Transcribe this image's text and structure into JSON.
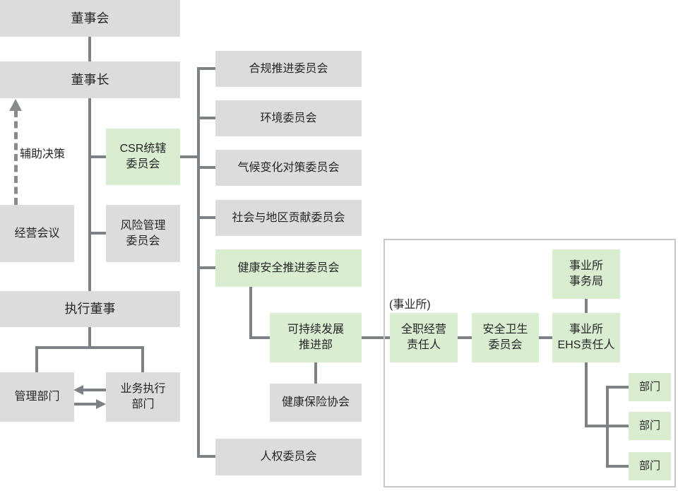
{
  "diagram": {
    "type": "org-chart",
    "colors": {
      "gray_box": "#dcdddb",
      "green_box": "#d9edd1",
      "connector": "#7b8184",
      "dashed_arrow": "#878b8d",
      "frame_border": "#c5c7c6",
      "text": "#262626"
    },
    "captions": {
      "assist_decision": "辅助决策",
      "site_group": "(事业所)"
    },
    "nodes": {
      "board": {
        "label": "董事会"
      },
      "chairman": {
        "label": "董事长"
      },
      "management_meeting": {
        "label": "经营会议"
      },
      "csr_committee": {
        "label": "CSR统辖\n委员会"
      },
      "risk_committee": {
        "label": "风险管理\n委员会"
      },
      "exec_director": {
        "label": "执行董事"
      },
      "mgmt_dept": {
        "label": "管理部门"
      },
      "biz_exec_dept": {
        "label": "业务执行\n部门"
      },
      "compliance_committee": {
        "label": "合规推进委员会"
      },
      "environment_committee": {
        "label": "环境委员会"
      },
      "climate_committee": {
        "label": "气候变化对策委员会"
      },
      "social_committee": {
        "label": "社会与地区贡献委员会"
      },
      "health_safety_committee": {
        "label": "健康安全推进委员会"
      },
      "human_rights_committee": {
        "label": "人权委员会"
      },
      "sustain_dept": {
        "label": "可持续发展\n推进部"
      },
      "health_insurance": {
        "label": "健康保险协会"
      },
      "full_time_manager": {
        "label": "全职经营\n责任人"
      },
      "safety_hygiene_committee": {
        "label": "安全卫生\n委员会"
      },
      "site_office": {
        "label": "事业所\n事务局"
      },
      "site_ehs_officer": {
        "label": "事业所\nEHS责任人"
      },
      "dept_1": {
        "label": "部门"
      },
      "dept_2": {
        "label": "部门"
      },
      "dept_3": {
        "label": "部门"
      }
    }
  }
}
